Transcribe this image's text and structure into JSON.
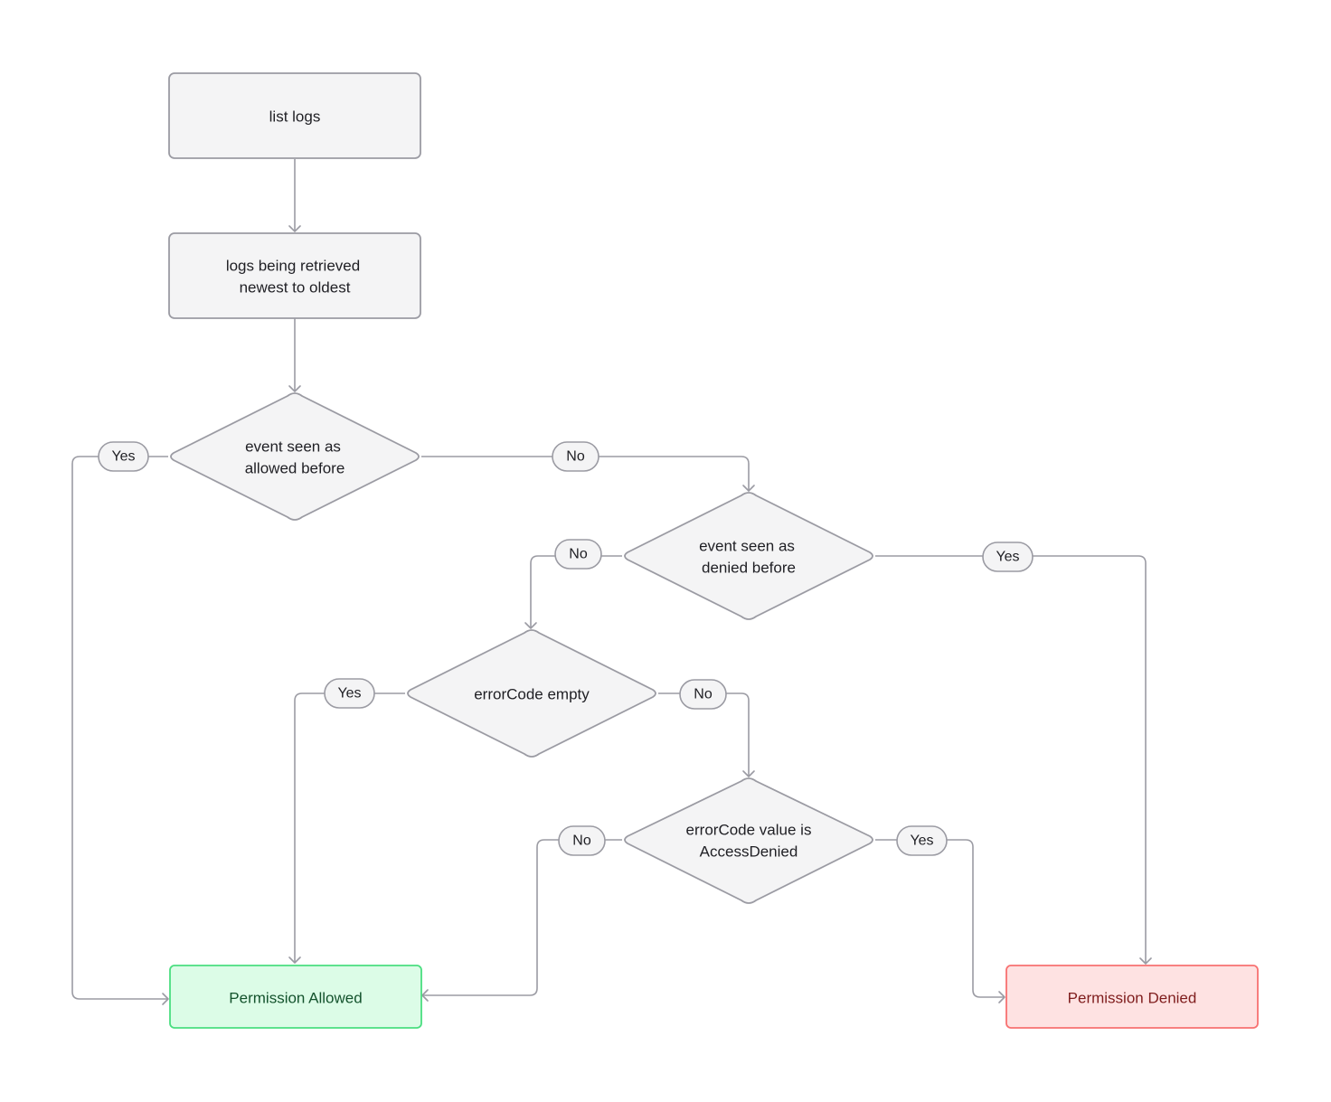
{
  "nodes": {
    "list_logs": "list logs",
    "logs_retrieved": [
      "logs being retrieved",
      "newest to oldest"
    ],
    "seen_allowed": [
      "event seen as",
      "allowed before"
    ],
    "seen_denied": [
      "event seen as",
      "denied before"
    ],
    "errorcode_empty": "errorCode empty",
    "errorcode_access_denied": [
      "errorCode value is",
      "AccessDenied"
    ],
    "permission_allowed": "Permission Allowed",
    "permission_denied": "Permission Denied"
  },
  "edge_labels": {
    "allowed_yes": "Yes",
    "allowed_no": "No",
    "denied_no": "No",
    "denied_yes": "Yes",
    "empty_yes": "Yes",
    "empty_no": "No",
    "access_no": "No",
    "access_yes": "Yes"
  },
  "colors": {
    "node_fill": "#f4f4f5",
    "node_stroke": "#9b9ba3",
    "allowed_fill": "#dcfce7",
    "allowed_stroke": "#4ade80",
    "denied_fill": "#fee2e2",
    "denied_stroke": "#f87171"
  }
}
